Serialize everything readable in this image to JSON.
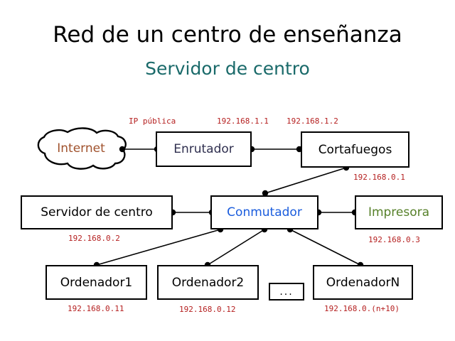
{
  "header": {
    "title": "Red de un centro de enseñanza",
    "subtitle": "Servidor de centro",
    "title_color": "#000000",
    "subtitle_color": "#1a6a6a"
  },
  "diagram": {
    "type": "network-topology",
    "nodes": {
      "internet": {
        "label": "Internet",
        "shape": "cloud",
        "text_color": "#a0522d"
      },
      "router": {
        "label": "Enrutador",
        "shape": "box",
        "text_color": "#2f2f4f"
      },
      "firewall": {
        "label": "Cortafuegos",
        "shape": "box",
        "text_color": "#000000"
      },
      "server": {
        "label": "Servidor de centro",
        "shape": "box",
        "text_color": "#000000"
      },
      "switch": {
        "label": "Conmutador",
        "shape": "box",
        "text_color": "#1a5cdd"
      },
      "printer": {
        "label": "Impresora",
        "shape": "box",
        "text_color": "#568029"
      },
      "pc1": {
        "label": "Ordenador1",
        "shape": "box",
        "text_color": "#000000"
      },
      "pc2": {
        "label": "Ordenador2",
        "shape": "box",
        "text_color": "#000000"
      },
      "ellipsis": {
        "label": "...",
        "shape": "box",
        "text_color": "#000000"
      },
      "pcn": {
        "label": "OrdenadorN",
        "shape": "box",
        "text_color": "#000000"
      }
    },
    "annotations": [
      {
        "name": "public-ip-label",
        "text": "IP pública",
        "color": "#b52020"
      },
      {
        "name": "router-wan-ip",
        "text": "192.168.1.1",
        "color": "#b52020"
      },
      {
        "name": "firewall-wan-ip",
        "text": "192.168.1.2",
        "color": "#b52020"
      },
      {
        "name": "firewall-lan-ip",
        "text": "192.168.0.1",
        "color": "#b52020"
      },
      {
        "name": "server-ip",
        "text": "192.168.0.2",
        "color": "#b52020"
      },
      {
        "name": "printer-ip",
        "text": "192.168.0.3",
        "color": "#b52020"
      },
      {
        "name": "pc1-ip",
        "text": "192.168.0.11",
        "color": "#b52020"
      },
      {
        "name": "pc2-ip",
        "text": "192.168.0.12",
        "color": "#b52020"
      },
      {
        "name": "pcn-ip",
        "text": "192.168.0.(n+10)",
        "color": "#b52020"
      }
    ],
    "links": [
      {
        "from": "internet",
        "to": "router"
      },
      {
        "from": "router",
        "to": "firewall"
      },
      {
        "from": "firewall",
        "to": "switch"
      },
      {
        "from": "server",
        "to": "switch"
      },
      {
        "from": "switch",
        "to": "printer"
      },
      {
        "from": "switch",
        "to": "pc1"
      },
      {
        "from": "switch",
        "to": "pc2"
      },
      {
        "from": "switch",
        "to": "pcn"
      }
    ]
  }
}
